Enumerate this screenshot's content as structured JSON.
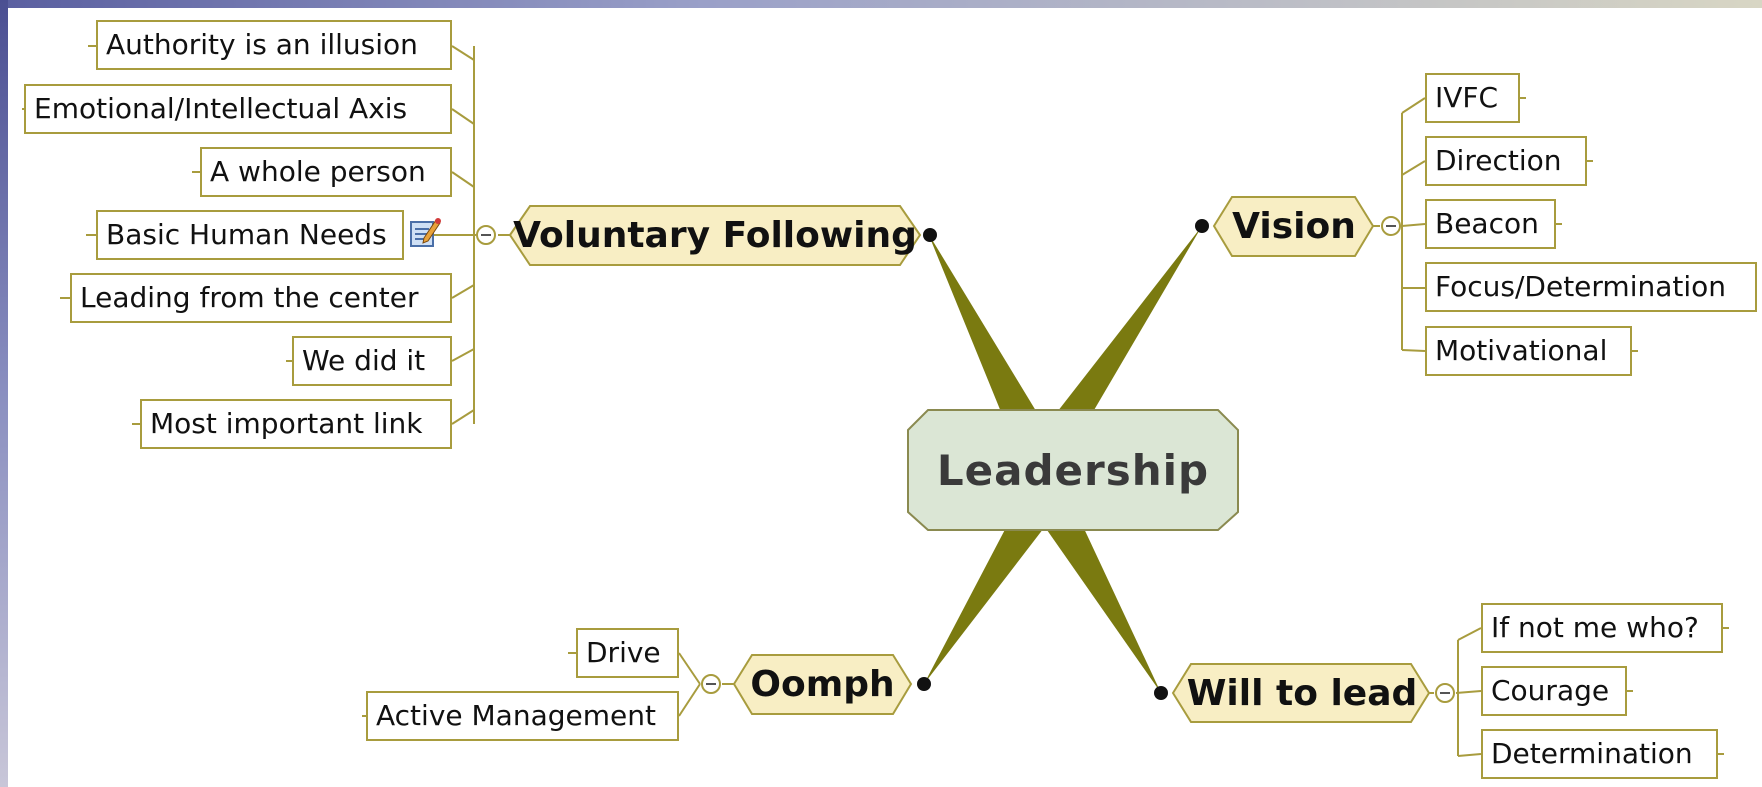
{
  "central": {
    "label": "Leadership"
  },
  "branches": {
    "voluntary": {
      "label": "Voluntary Following",
      "children": [
        "Authority is an illusion",
        "Emotional/Intellectual Axis",
        "A whole person",
        "Basic Human Needs",
        "Leading from the center",
        "We did it",
        "Most important link"
      ]
    },
    "vision": {
      "label": "Vision",
      "children": [
        "IVFC",
        "Direction",
        "Beacon",
        "Focus/Determination",
        "Motivational"
      ]
    },
    "oomph": {
      "label": "Oomph",
      "children": [
        "Drive",
        "Active Management"
      ]
    },
    "will": {
      "label": "Will to lead",
      "children": [
        "If not me who?",
        "Courage",
        "Determination"
      ]
    }
  },
  "colors": {
    "connector": "#7a7a10",
    "leaf_border": "#a89c3e",
    "branch_fill": "#f8eec4",
    "center_fill": "#dbe6d5"
  },
  "icons": {
    "note": "note-icon",
    "collapse": "collapse-icon"
  }
}
